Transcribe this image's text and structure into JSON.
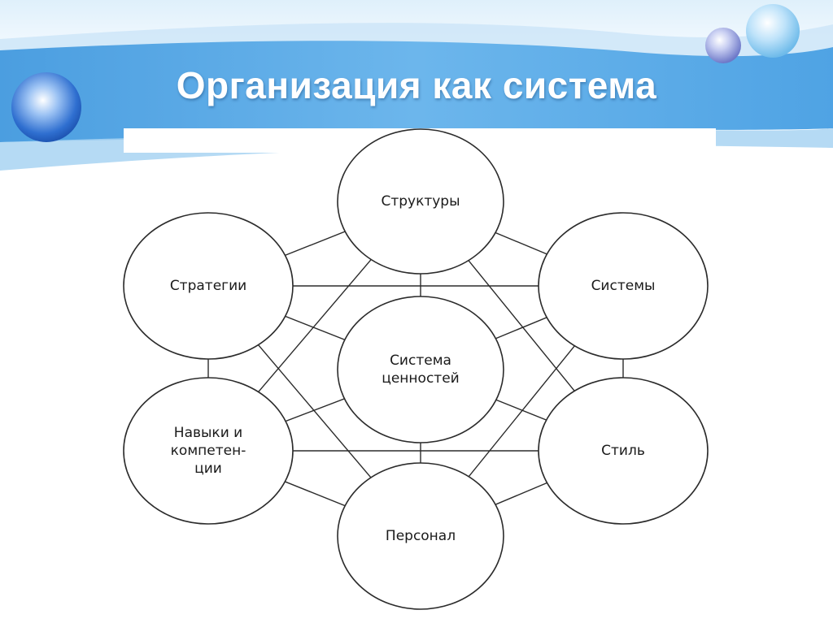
{
  "slide": {
    "title": "Организация как система",
    "colors": {
      "band_main": "#5aaae6",
      "band_light": "#a8d4f2",
      "orb_blue": "#2a6fd6",
      "line": "#2b2b2b"
    }
  },
  "diagram": {
    "nodes": [
      {
        "id": "structures",
        "lines": [
          "Структуры"
        ]
      },
      {
        "id": "strategies",
        "lines": [
          "Стратегии"
        ]
      },
      {
        "id": "systems",
        "lines": [
          "Системы"
        ]
      },
      {
        "id": "values",
        "lines": [
          "Система",
          "ценностей"
        ]
      },
      {
        "id": "skills",
        "lines": [
          "Навыки и",
          "компетен-",
          "ции"
        ]
      },
      {
        "id": "style",
        "lines": [
          "Стиль"
        ]
      },
      {
        "id": "personnel",
        "lines": [
          "Персонал"
        ]
      }
    ]
  }
}
